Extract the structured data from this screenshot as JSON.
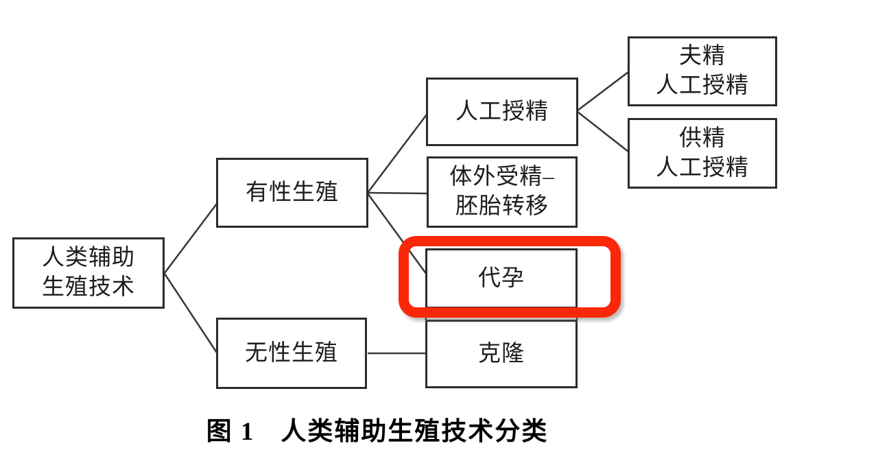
{
  "diagram": {
    "type": "tree",
    "caption": {
      "figure_label": "图 1",
      "title": "人类辅助生殖技术分类"
    },
    "nodes": {
      "root": {
        "line1": "人类辅助",
        "line2": "生殖技术"
      },
      "sexual": {
        "line1": "有性生殖"
      },
      "asexual": {
        "line1": "无性生殖"
      },
      "artificial_insemination": {
        "line1": "人工授精"
      },
      "ivf_embryo_transfer": {
        "line1": "体外受精–",
        "line2": "胚胎转移"
      },
      "surrogacy": {
        "line1": "代孕"
      },
      "cloning": {
        "line1": "克隆"
      },
      "husband_sperm_ai": {
        "line1": "夫精",
        "line2": "人工授精"
      },
      "donor_sperm_ai": {
        "line1": "供精",
        "line2": "人工授精"
      }
    },
    "hierarchy": [
      {
        "parent": "人类辅助生殖技术",
        "children": [
          "有性生殖",
          "无性生殖"
        ]
      },
      {
        "parent": "有性生殖",
        "children": [
          "人工授精",
          "体外受精–胚胎转移",
          "代孕"
        ]
      },
      {
        "parent": "人工授精",
        "children": [
          "夫精人工授精",
          "供精人工授精"
        ]
      },
      {
        "parent": "无性生殖",
        "children": [
          "克隆"
        ]
      }
    ],
    "highlight": {
      "target": "代孕"
    },
    "colors": {
      "box_border": "#2b2b2b",
      "connector": "#3a3a3a",
      "text": "#1d1d1d",
      "highlight": "#f92808",
      "background": "#ffffff"
    }
  }
}
